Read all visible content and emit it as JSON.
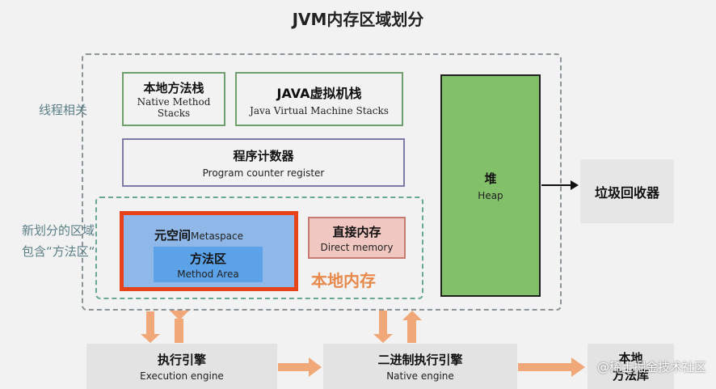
{
  "title": "JVM内存区域划分",
  "thread_label": "线程相关",
  "new_region_label": [
    "新划分的区域",
    "包含“方法区“"
  ],
  "native_method_stack": {
    "zh": "本地方法栈",
    "en_line1": "Native Method",
    "en_line2": "Stacks"
  },
  "jvm_stack": {
    "zh": "JAVA虚拟机栈",
    "en": "Java Virtual Machine Stacks"
  },
  "pc_register": {
    "zh": "程序计数器",
    "en": "Program counter register"
  },
  "metaspace": {
    "zh": "元空间",
    "en": "Metaspace"
  },
  "method_area": {
    "zh": "方法区",
    "en": "Method Area"
  },
  "direct_memory": {
    "zh": "直接内存",
    "en": "Direct memory"
  },
  "native_memory": "本地内存",
  "heap": {
    "zh": "堆",
    "en": "Heap"
  },
  "gc": "垃圾回收器",
  "execution_engine": {
    "zh": "执行引擎",
    "en": "Execution engine"
  },
  "native_engine": {
    "zh": "二进制执行引擎",
    "en": "Native engine"
  },
  "native_lib": {
    "line1": "本地",
    "line2": "方法库"
  },
  "watermark": "@稀土掘金技术社区",
  "colors": {
    "heap": "#83c06a",
    "metaspace": "#8fb8e8",
    "method_area": "#5ba2e8",
    "highlight": "#e6431a",
    "arrow": "#f0a878"
  }
}
